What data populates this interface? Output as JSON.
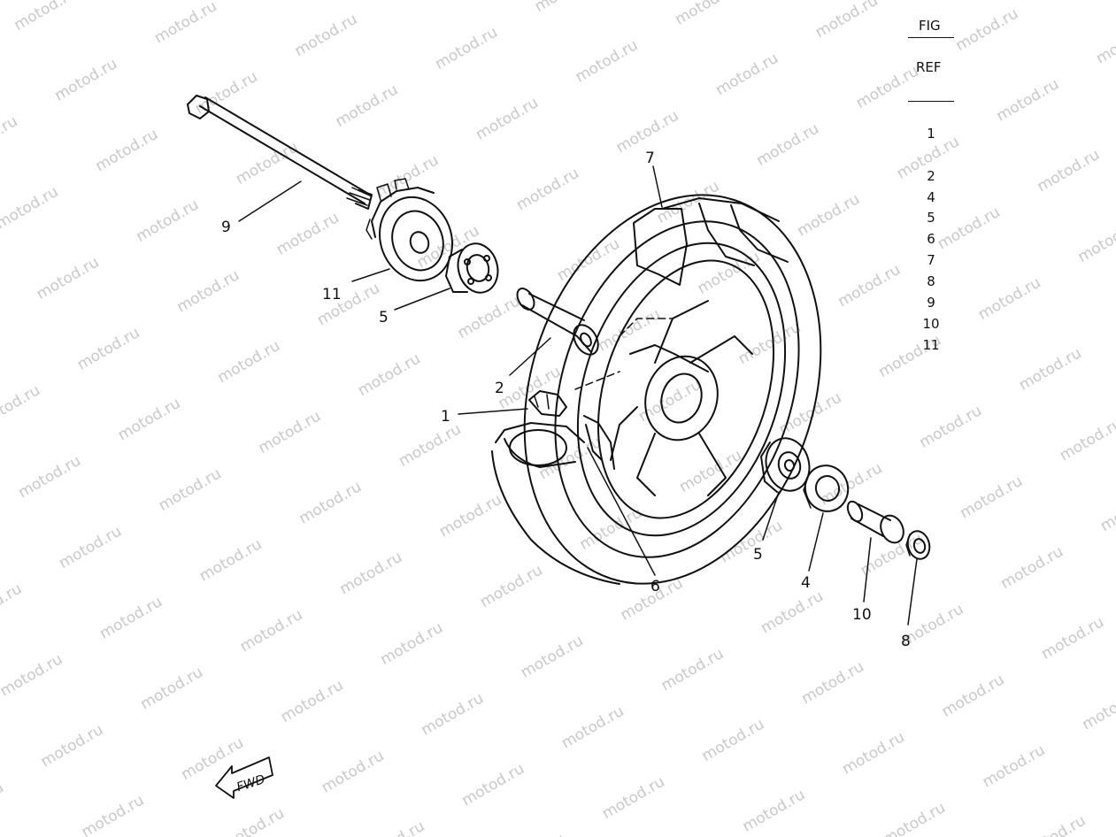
{
  "watermark": {
    "text": "motod.ru",
    "color": "#c8c8c8"
  },
  "reference_table": {
    "fig_label": "FIG",
    "ref_label": "REF",
    "items": [
      "1",
      "2",
      "4",
      "5",
      "6",
      "7",
      "8",
      "9",
      "10",
      "11"
    ]
  },
  "callouts": {
    "c1": "1",
    "c2": "2",
    "c4": "4",
    "c5a": "5",
    "c5b": "5",
    "c6": "6",
    "c7": "7",
    "c8": "8",
    "c9": "9",
    "c10": "10",
    "c11": "11"
  },
  "fwd_label": "FWD",
  "colors": {
    "ink": "#111111",
    "background": "#ffffff"
  }
}
